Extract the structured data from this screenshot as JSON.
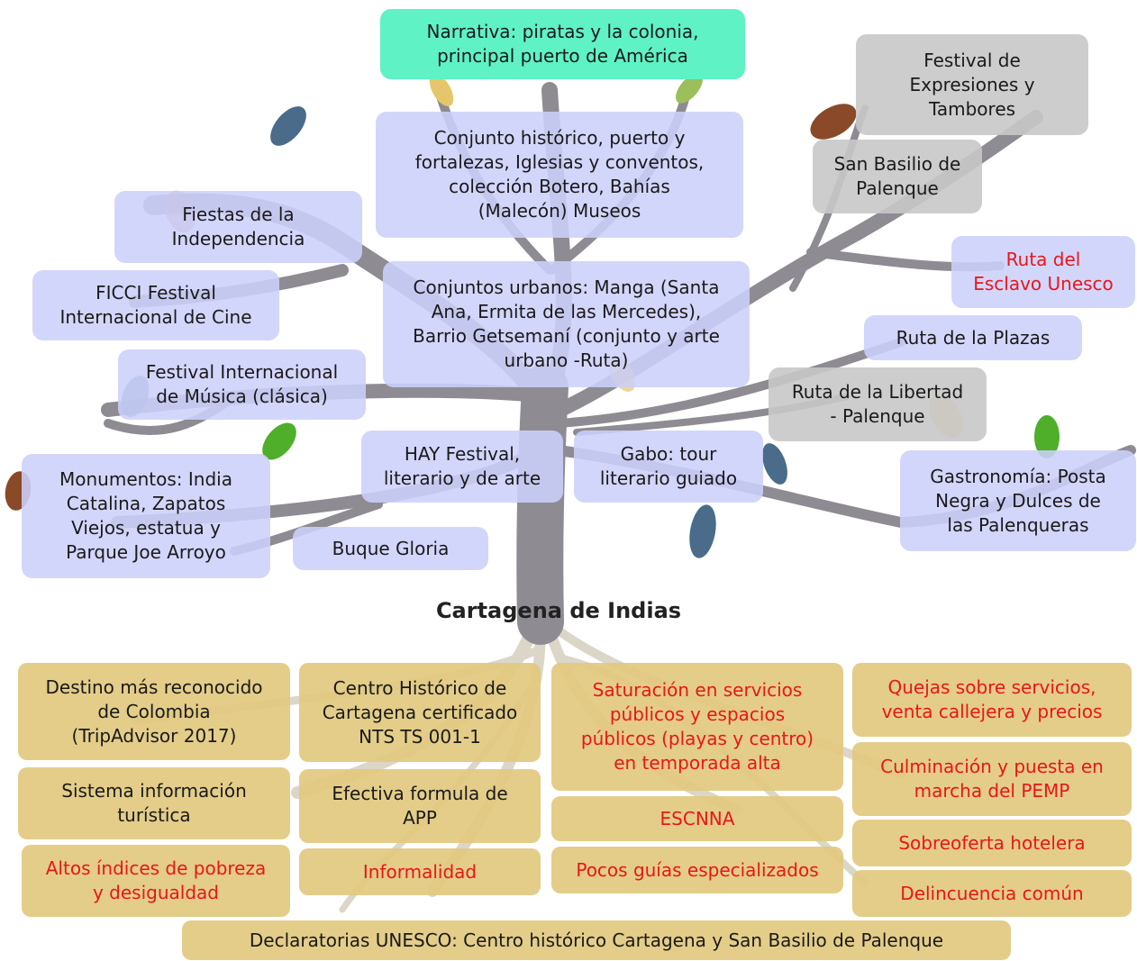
{
  "title": "Cartagena de Indias",
  "colors": {
    "trunk": "#8e8b93",
    "roots": "#c9c4b3",
    "top_box": "#5ff2c4",
    "branch_box": "#cdd0fa",
    "grey_box": "#c8c8c8",
    "root_box": "#e2c980",
    "alert_text": "#e8161a",
    "leaf_blue": "#4a6b8a",
    "leaf_green": "#4fae2a",
    "leaf_brown": "#8a4a2a",
    "leaf_yellow": "#e6c66a"
  },
  "canopy": {
    "narrativa": "Narrativa: piratas y la colonia,\nprincipal puerto de América",
    "festival_expresiones": "Festival de\nExpresiones y\nTambores",
    "san_basilio": "San Basilio de\nPalenque",
    "conjunto_historico": "Conjunto histórico, puerto y\nfortalezas, Iglesias y conventos,\ncolección Botero, Bahías\n(Malecón) Museos",
    "fiestas": "Fiestas de la\nIndependencia",
    "ficci": "FICCI Festival\nInternacional de Cine",
    "conjuntos_urbanos": "Conjuntos urbanos: Manga (Santa\nAna, Ermita de las Mercedes),\nBarrio Getsemaní (conjunto y arte\nurbano -Ruta)",
    "ruta_esclavo": "Ruta del\nEsclavo Unesco",
    "ruta_plazas": "Ruta de la Plazas",
    "festival_musica": "Festival Internacional\nde Música (clásica)",
    "ruta_libertad": "Ruta de la Libertad\n- Palenque",
    "hay_festival": "HAY Festival,\nliterario y de arte",
    "gabo": "Gabo: tour\nliterario guiado",
    "gastronomia": "Gastronomía: Posta\nNegra y Dulces de\nlas Palenqueras",
    "monumentos": "Monumentos: India\nCatalina, Zapatos\nViejos, estatua y\nParque Joe Arroyo",
    "buque": "Buque Gloria"
  },
  "roots": {
    "destino": "Destino más reconocido\nde Colombia\n(TripAdvisor 2017)",
    "centro_historico": "Centro Histórico de\nCartagena certificado\nNTS TS 001-1",
    "saturacion": "Saturación en servicios\npúblicos y espacios\npúblicos (playas y centro)\nen temporada alta",
    "quejas": "Quejas sobre servicios,\nventa callejera y precios",
    "sistema_info": "Sistema información\nturística",
    "app": "Efectiva formula de\nAPP",
    "culminacion": "Culminación y puesta en\nmarcha del PEMP",
    "escnna": "ESCNNA",
    "pobreza": "Altos índices de pobreza\ny desigualdad",
    "informalidad": "Informalidad",
    "guias": "Pocos guías especializados",
    "sobreoferta": "Sobreoferta hotelera",
    "delincuencia": "Delincuencia común",
    "declaratorias": "Declaratorias UNESCO: Centro histórico Cartagena y San Basilio de Palenque"
  }
}
